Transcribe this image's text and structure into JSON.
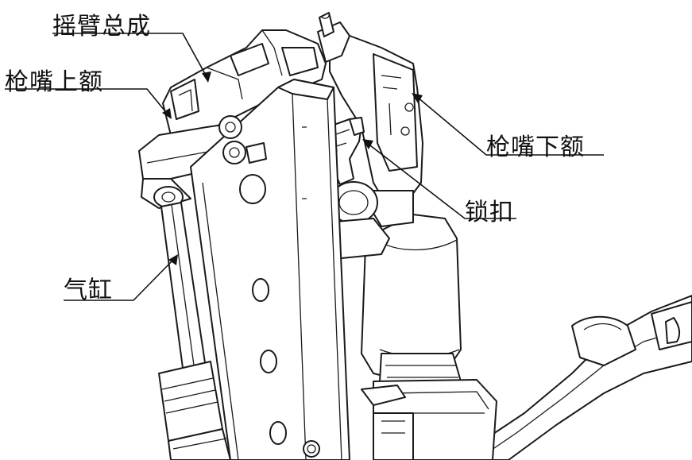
{
  "labels": {
    "swing_arm_assembly": "摇臂总成",
    "nozzle_upper_jaw": "枪嘴上额",
    "nozzle_lower_jaw": "枪嘴下额",
    "lock_buckle": "锁扣",
    "air_cylinder": "气缸"
  }
}
